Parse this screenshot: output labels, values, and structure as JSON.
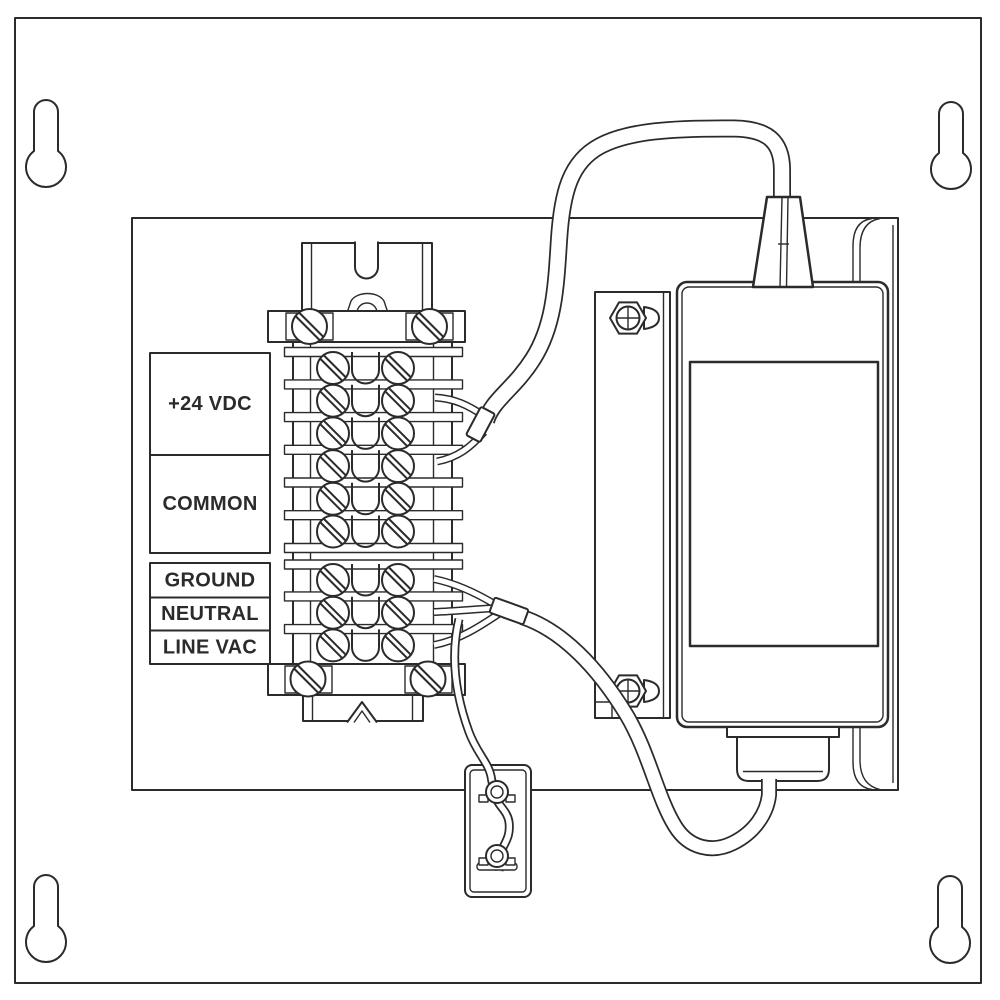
{
  "diagram": {
    "type": "wiring-diagram",
    "terminal_labels": [
      "+24 VDC",
      "COMMON",
      "GROUND",
      "NEUTRAL",
      "LINE VAC"
    ],
    "terminal_row_count": 9,
    "keyhole_slot_count": 4,
    "colors": {
      "line": "#2b2b2b",
      "background": "#ffffff",
      "panel": "#ffffff",
      "text": "#2b2b2b"
    }
  }
}
